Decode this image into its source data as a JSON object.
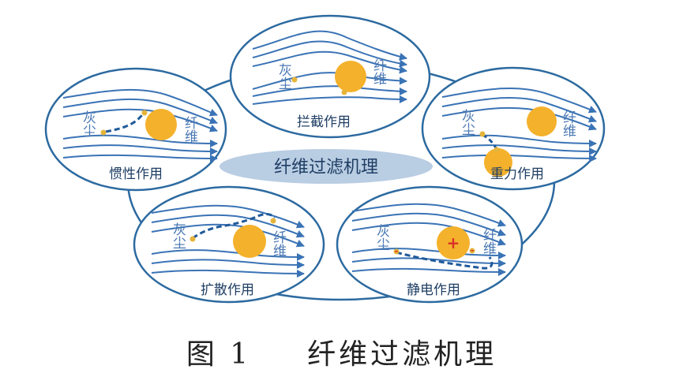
{
  "diagram": {
    "center_label": "纤维过滤机理",
    "mechanisms": [
      {
        "id": "interception",
        "label": "拦截作用",
        "dust_label": "灰尘",
        "fiber_label": "纤维"
      },
      {
        "id": "inertia",
        "label": "惯性作用",
        "dust_label": "灰尘",
        "fiber_label": "纤维"
      },
      {
        "id": "gravity",
        "label": "重力作用",
        "dust_label": "灰尘",
        "fiber_label": "纤维"
      },
      {
        "id": "diffusion",
        "label": "扩散作用",
        "dust_label": "灰尘",
        "fiber_label": "纤维"
      },
      {
        "id": "electrostatic",
        "label": "静电作用",
        "dust_label": "灰尘",
        "fiber_label": "纤维",
        "fiber_charge": "+",
        "dust_charge": "-",
        "near_charge": "-"
      }
    ]
  },
  "caption": {
    "figure_no": "图 1",
    "title": "纤维过滤机理"
  },
  "colors": {
    "outline": "#2c6aa0",
    "flow": "#3a73b5",
    "fiber": "#f4b12b",
    "dust": "#e6b43a",
    "center_fill": "#b9cde3",
    "charge": "#d9302a"
  }
}
